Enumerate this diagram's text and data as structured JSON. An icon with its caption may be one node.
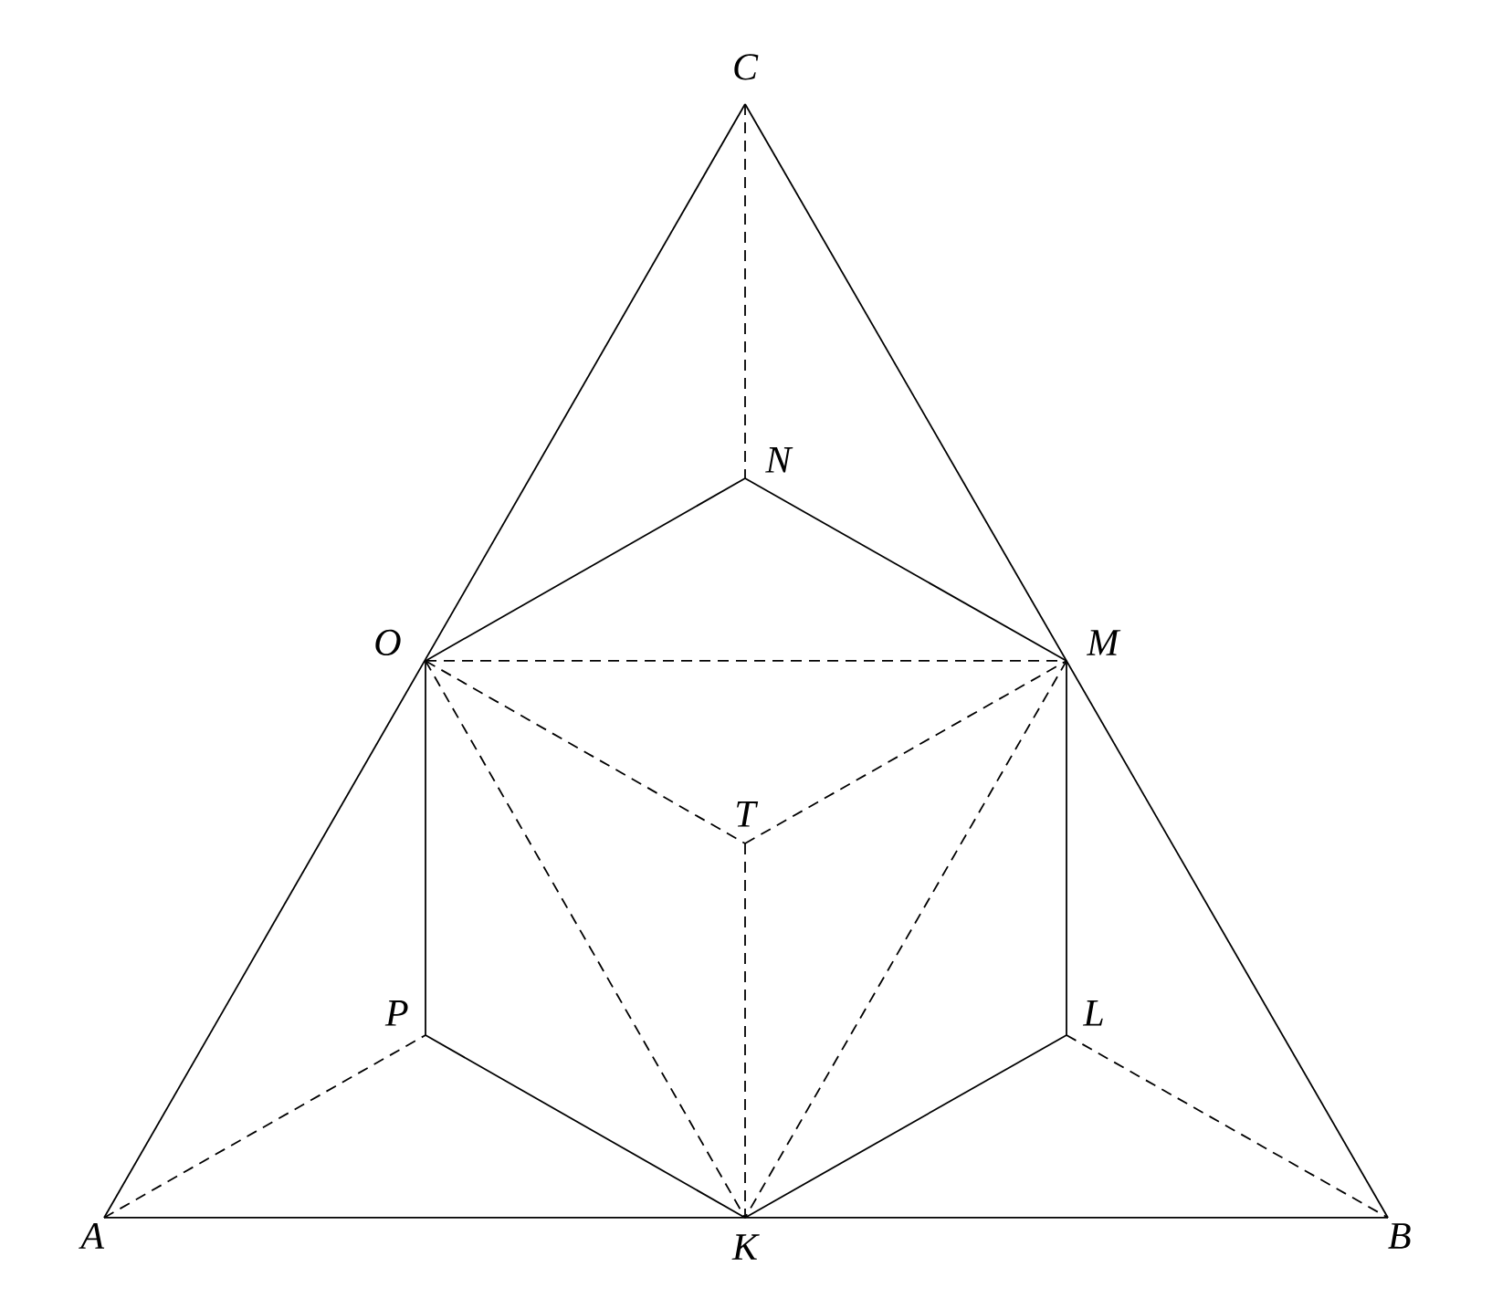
{
  "diagram": {
    "nodes": [
      {
        "text": [
          "A"
        ]
      },
      {
        "text": [
          "B"
        ]
      },
      {
        "text": [
          "C"
        ]
      },
      {
        "text": [
          "K"
        ]
      },
      {
        "text": [
          "N"
        ]
      },
      {
        "text": [
          "O"
        ]
      },
      {
        "text": [
          "M"
        ]
      },
      {
        "text": [
          "T"
        ]
      },
      {
        "text": [
          "P"
        ]
      },
      {
        "text": [
          "L"
        ]
      }
    ],
    "edges": [
      {
        "from": 0,
        "to": 1,
        "arrow": "none"
      },
      {
        "from": 1,
        "to": 2,
        "arrow": "none"
      },
      {
        "from": 2,
        "to": 0,
        "arrow": "none"
      },
      {
        "from": 5,
        "to": 4,
        "arrow": "none"
      },
      {
        "from": 4,
        "to": 6,
        "arrow": "none"
      },
      {
        "from": 5,
        "to": 8,
        "arrow": "none"
      },
      {
        "from": 8,
        "to": 3,
        "arrow": "none"
      },
      {
        "from": 3,
        "to": 9,
        "arrow": "none"
      },
      {
        "from": 9,
        "to": 6,
        "arrow": "none"
      },
      {
        "from": 2,
        "to": 4,
        "arrow": "none",
        "style": "dashed"
      },
      {
        "from": 5,
        "to": 6,
        "arrow": "none",
        "style": "dashed"
      },
      {
        "from": 5,
        "to": 7,
        "arrow": "none",
        "style": "dashed"
      },
      {
        "from": 7,
        "to": 6,
        "arrow": "none",
        "style": "dashed"
      },
      {
        "from": 7,
        "to": 3,
        "arrow": "none",
        "style": "dashed"
      },
      {
        "from": 5,
        "to": 3,
        "arrow": "none",
        "style": "dashed"
      },
      {
        "from": 6,
        "to": 3,
        "arrow": "none",
        "style": "dashed"
      },
      {
        "from": 0,
        "to": 8,
        "arrow": "none",
        "style": "dashed"
      },
      {
        "from": 9,
        "to": 1,
        "arrow": "none",
        "style": "dashed"
      }
    ]
  }
}
